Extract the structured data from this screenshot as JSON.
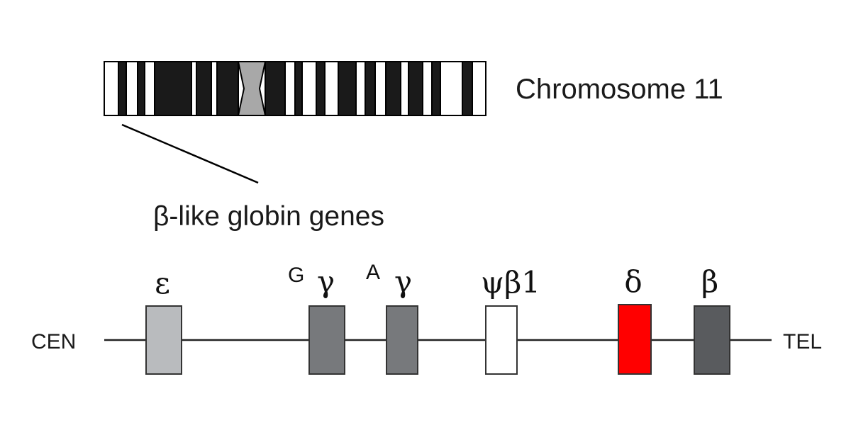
{
  "chromosome": {
    "label": "Chromosome 11",
    "band_colors": {
      "white": "#ffffff",
      "black": "#1a1a1a",
      "centromere": "#a8a8a8"
    }
  },
  "region_label": "β-like globin genes",
  "locus": {
    "left_end": "CEN",
    "right_end": "TEL",
    "genes": [
      {
        "id": "epsilon",
        "symbol": "ε",
        "prefix": "",
        "color": "#b9bbbe"
      },
      {
        "id": "g-gamma",
        "symbol": "γ",
        "prefix": "G",
        "color": "#77797c"
      },
      {
        "id": "a-gamma",
        "symbol": "γ",
        "prefix": "A",
        "color": "#77797c"
      },
      {
        "id": "psi-beta-1",
        "symbol": "ψβ1",
        "prefix": "",
        "color": "#ffffff"
      },
      {
        "id": "delta",
        "symbol": "δ",
        "prefix": "",
        "color": "#ff0000"
      },
      {
        "id": "beta",
        "symbol": "β",
        "prefix": "",
        "color": "#595b5e"
      }
    ]
  }
}
